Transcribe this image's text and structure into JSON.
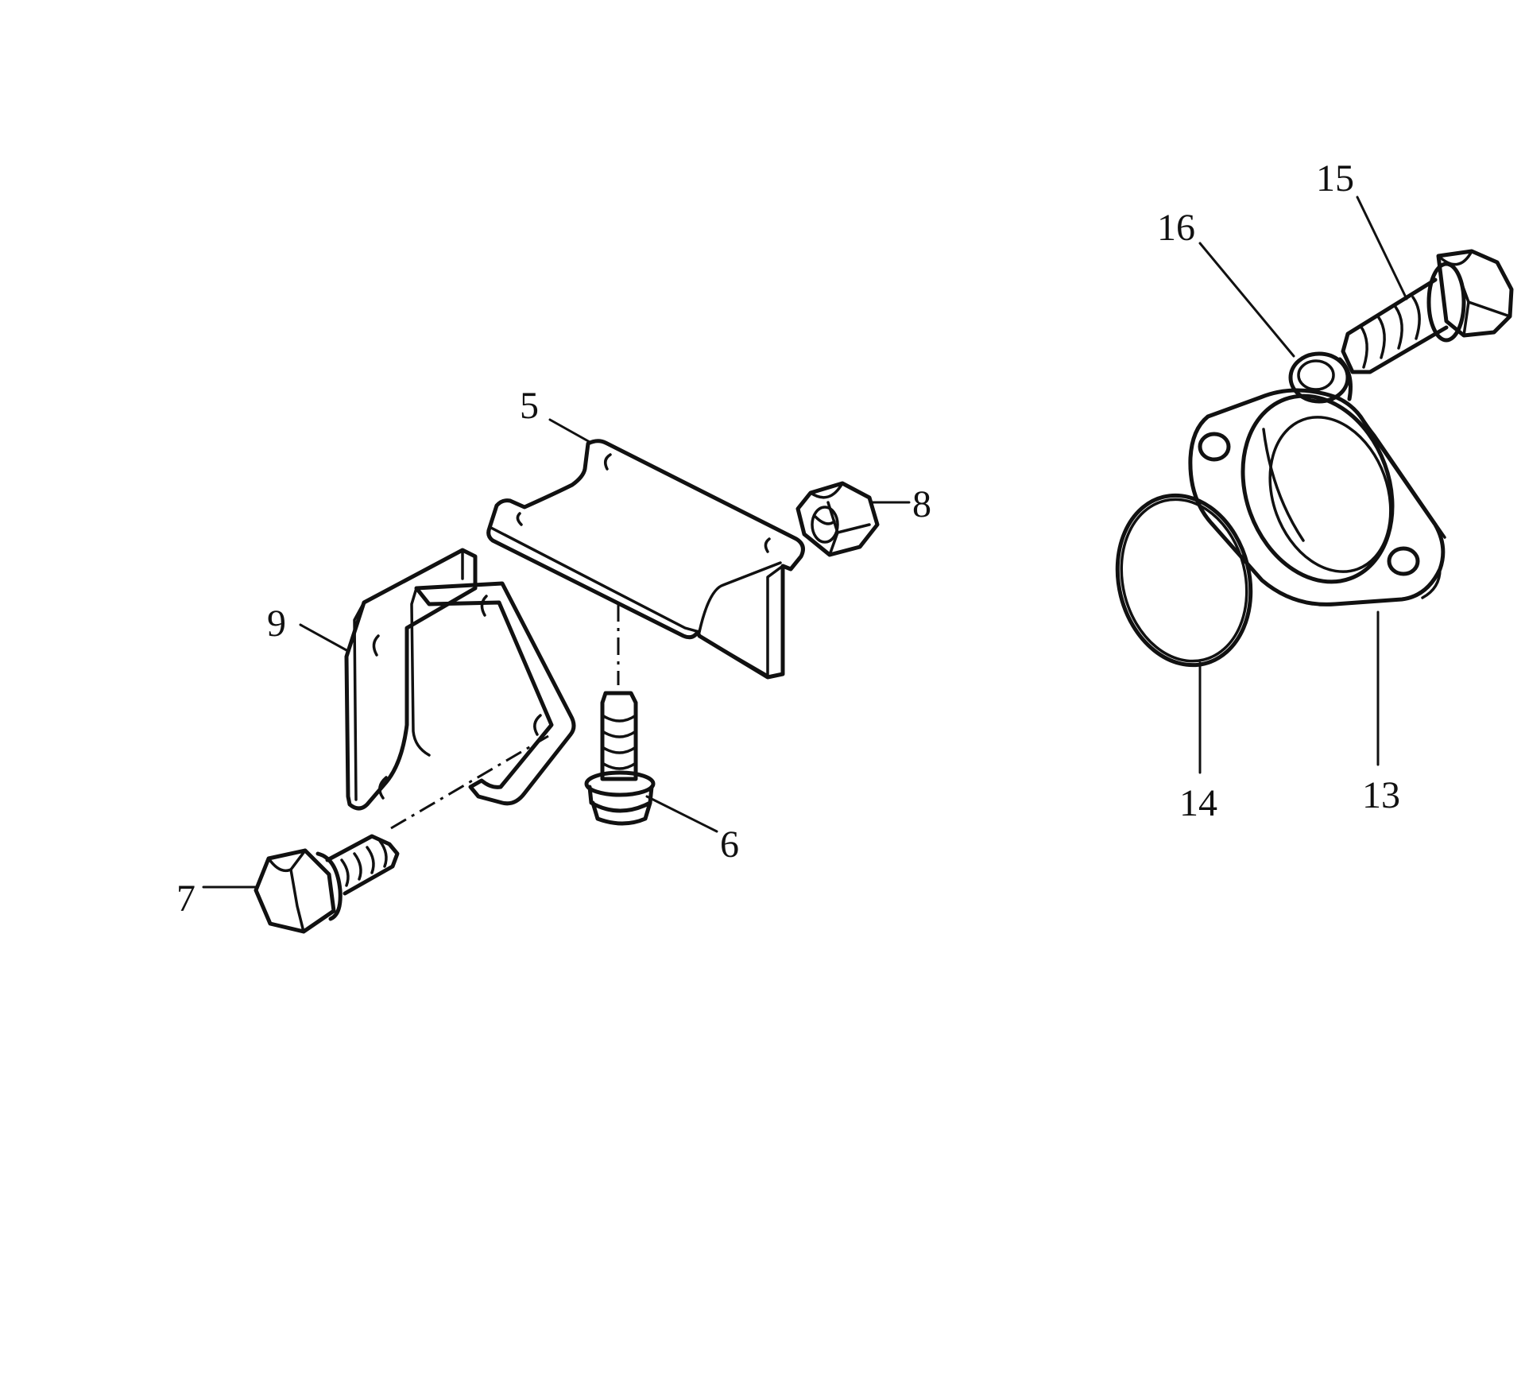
{
  "callouts": [
    {
      "id": "c5",
      "label": "5"
    },
    {
      "id": "c6",
      "label": "6"
    },
    {
      "id": "c7",
      "label": "7"
    },
    {
      "id": "c8",
      "label": "8"
    },
    {
      "id": "c9",
      "label": "9"
    },
    {
      "id": "c13",
      "label": "13"
    },
    {
      "id": "c14",
      "label": "14"
    },
    {
      "id": "c15",
      "label": "15"
    },
    {
      "id": "c16",
      "label": "16"
    }
  ],
  "colors": {
    "line": "#111111",
    "background": "#ffffff"
  }
}
